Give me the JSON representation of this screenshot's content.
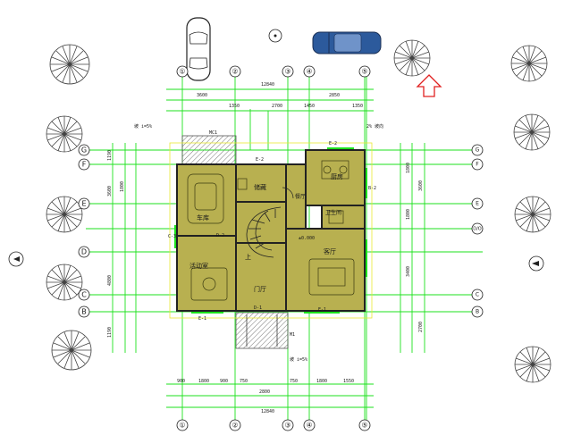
{
  "colors": {
    "room_fill": "#b8b050",
    "grid_green": "#1de21d",
    "wall": "#222222",
    "hatch_gray": "#9a9a9a",
    "compass_red": "#e02020",
    "car_blue": "#2c5a9c"
  },
  "axes": {
    "top": [
      "①",
      "②",
      "③",
      "④",
      "⑤"
    ],
    "bottom": [
      "①",
      "②",
      "③",
      "④",
      "⑤"
    ],
    "right": [
      "G",
      "F",
      "E",
      "D/O",
      "C",
      "B"
    ],
    "left": [
      "G",
      "F",
      "E",
      "D",
      "C",
      "B"
    ]
  },
  "rooms": {
    "garage": "车库",
    "kitchen": "厨房",
    "dining": "餐厅",
    "storage": "储藏",
    "toilet": "卫生间",
    "living": "客厅",
    "activity": "活动室",
    "foyer": "门厅",
    "stair": "上"
  },
  "labels": {
    "total_width_top": "12840",
    "total_width_bottom": "12840",
    "section_e2_top": "E-2",
    "section_e2_mid": "E-2",
    "section_e1_left": "E-1",
    "section_e1_right": "E-1",
    "section_d1": "D-1",
    "section_d2": "D-2",
    "section_c3": "C-3",
    "section_b2": "B-2",
    "slope_label_left": "坡 i=5%",
    "note_top": "坡 i=5%",
    "note_right_top": "2% 坡向",
    "lintel_a": "MC1",
    "lintel_b": "M1",
    "elev_x": "±0.000",
    "dim_top_row": [
      "3600",
      "1350",
      "2700",
      "1450",
      "2850",
      "1350"
    ],
    "dim_bottom_row": [
      "900",
      "1800",
      "900",
      "750",
      "2800",
      "750",
      "1800",
      "1550"
    ],
    "left_dims": [
      "1190",
      "1800",
      "3600",
      "4800",
      "1190"
    ],
    "right_dims": [
      "1800",
      "3600",
      "1800",
      "3400",
      "2700"
    ]
  }
}
